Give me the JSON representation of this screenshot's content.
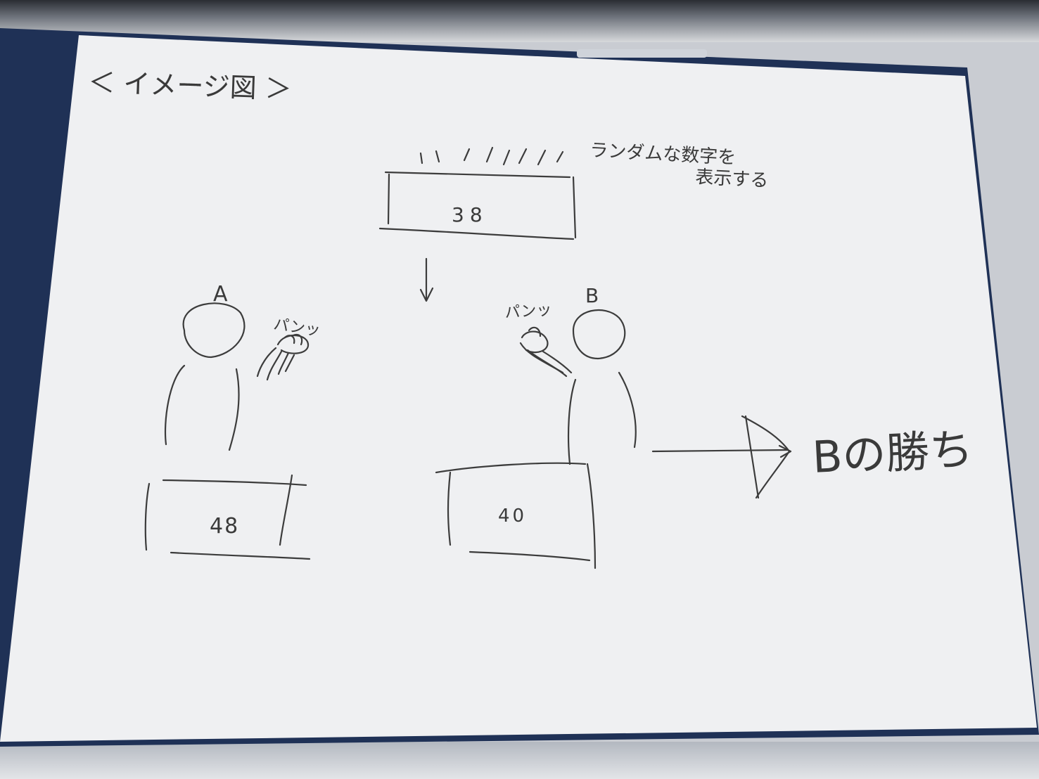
{
  "title": "＜ イメージ図 ＞",
  "annotation": {
    "line1": "ランダムな数字を",
    "line2": "表示する"
  },
  "target_number": "38",
  "player_a": {
    "label": "A",
    "sound": "パンッ",
    "number": "48"
  },
  "player_b": {
    "label": "B",
    "sound": "パンッ",
    "number": "40"
  },
  "result": {
    "text": "Bの勝ち"
  },
  "colors": {
    "paper": "#f1f2f4",
    "binder": "#1f3156",
    "ink": "#3c3c3c"
  }
}
